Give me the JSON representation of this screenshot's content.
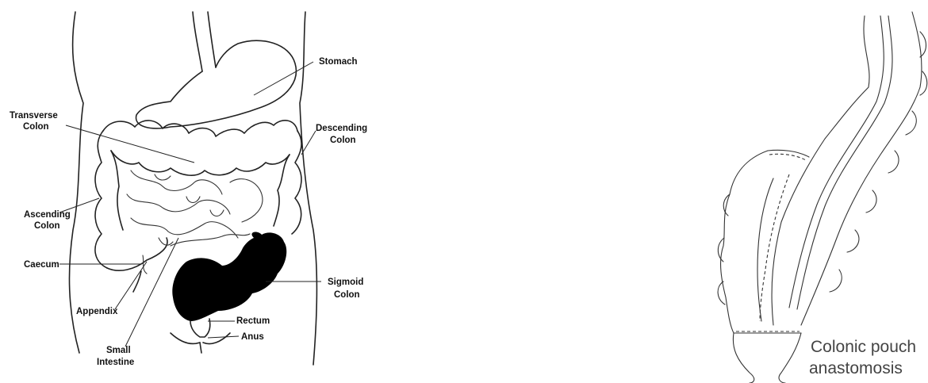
{
  "left_figure": {
    "labels": {
      "stomach": "Stomach",
      "transverse_colon_1": "Transverse",
      "transverse_colon_2": "Colon",
      "descending_colon_1": "Descending",
      "descending_colon_2": "Colon",
      "ascending_colon_1": "Ascending",
      "ascending_colon_2": "Colon",
      "caecum": "Caecum",
      "sigmoid_colon_1": "Sigmoid",
      "sigmoid_colon_2": "Colon",
      "appendix": "Appendix",
      "rectum": "Rectum",
      "anus": "Anus",
      "small_intestine_1": "Small",
      "small_intestine_2": "Intestine"
    }
  },
  "right_figure": {
    "caption_line1": "Colonic pouch",
    "caption_line2": "anastomosis"
  }
}
